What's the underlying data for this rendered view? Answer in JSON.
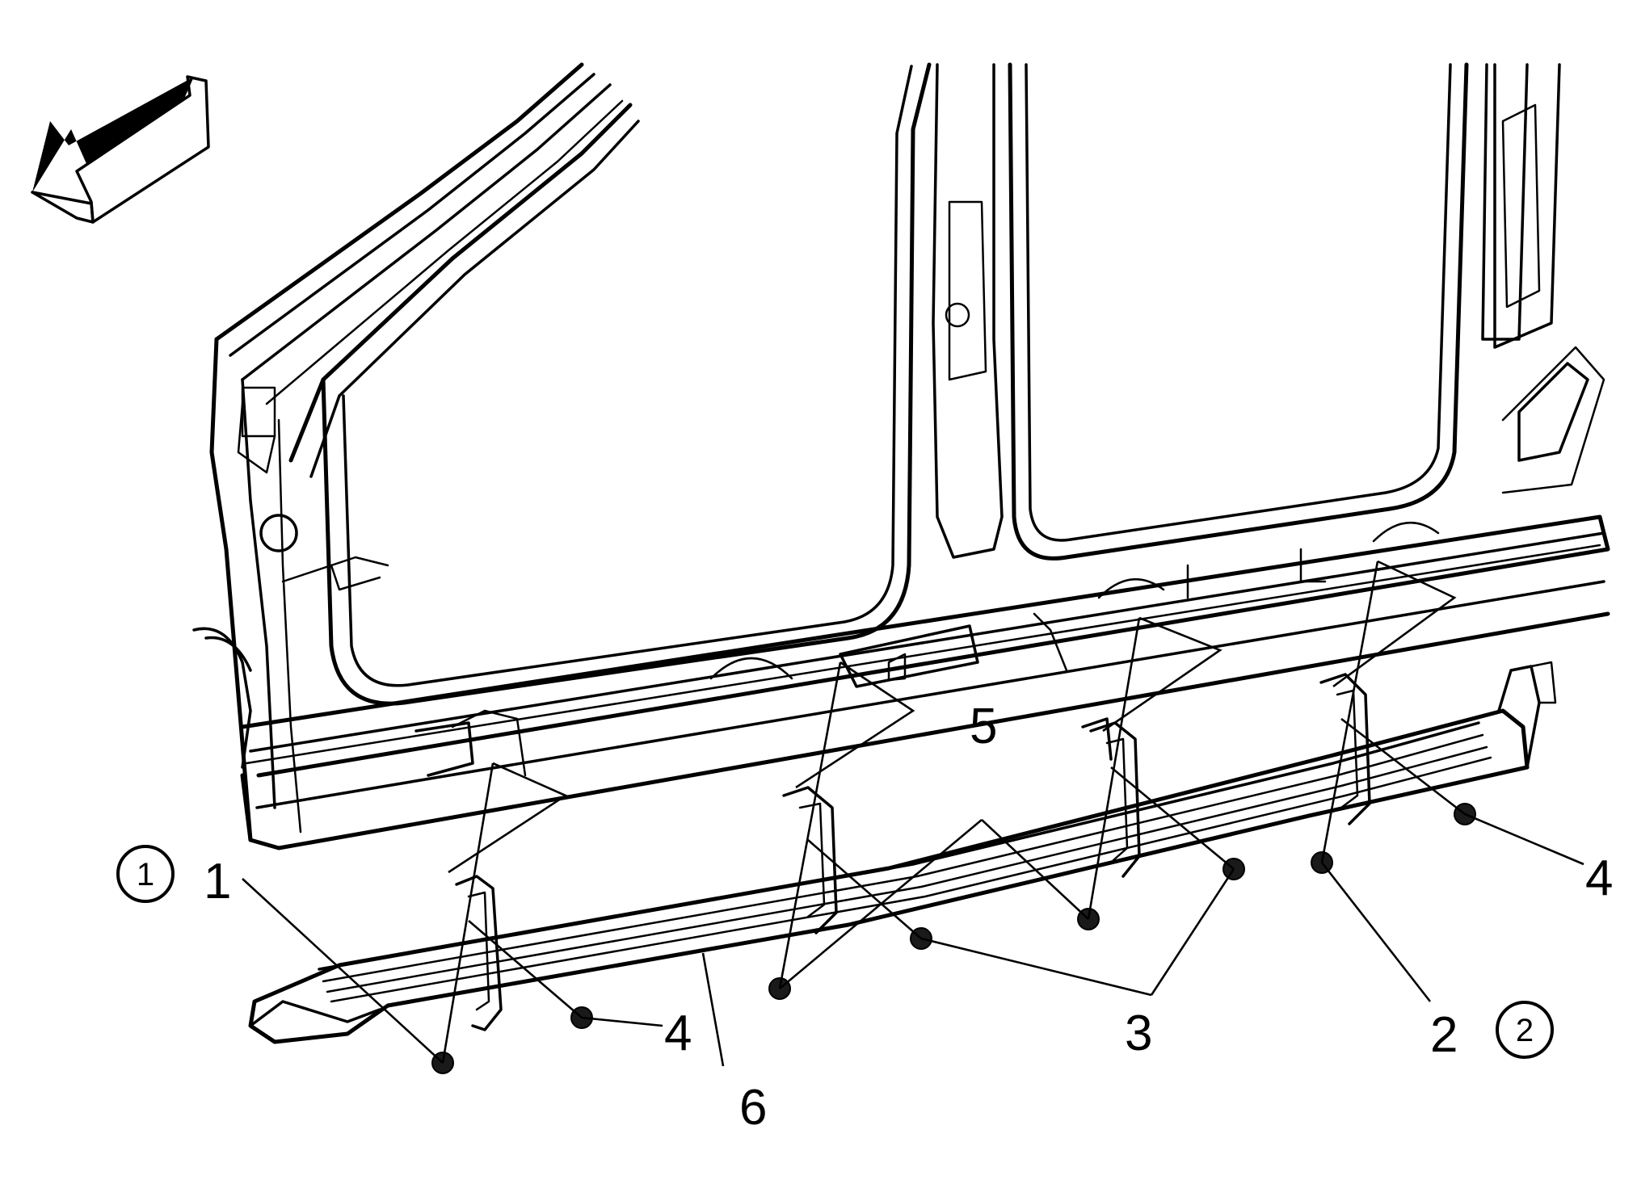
{
  "labels": {
    "l1": "1",
    "l2": "2",
    "l3": "3",
    "l4a": "4",
    "l4b": "4",
    "l5": "5",
    "l6": "6"
  },
  "callouts": {
    "c1": "1",
    "c2": "2"
  },
  "icons": {
    "direction_arrow": "front-direction-arrow-icon"
  }
}
